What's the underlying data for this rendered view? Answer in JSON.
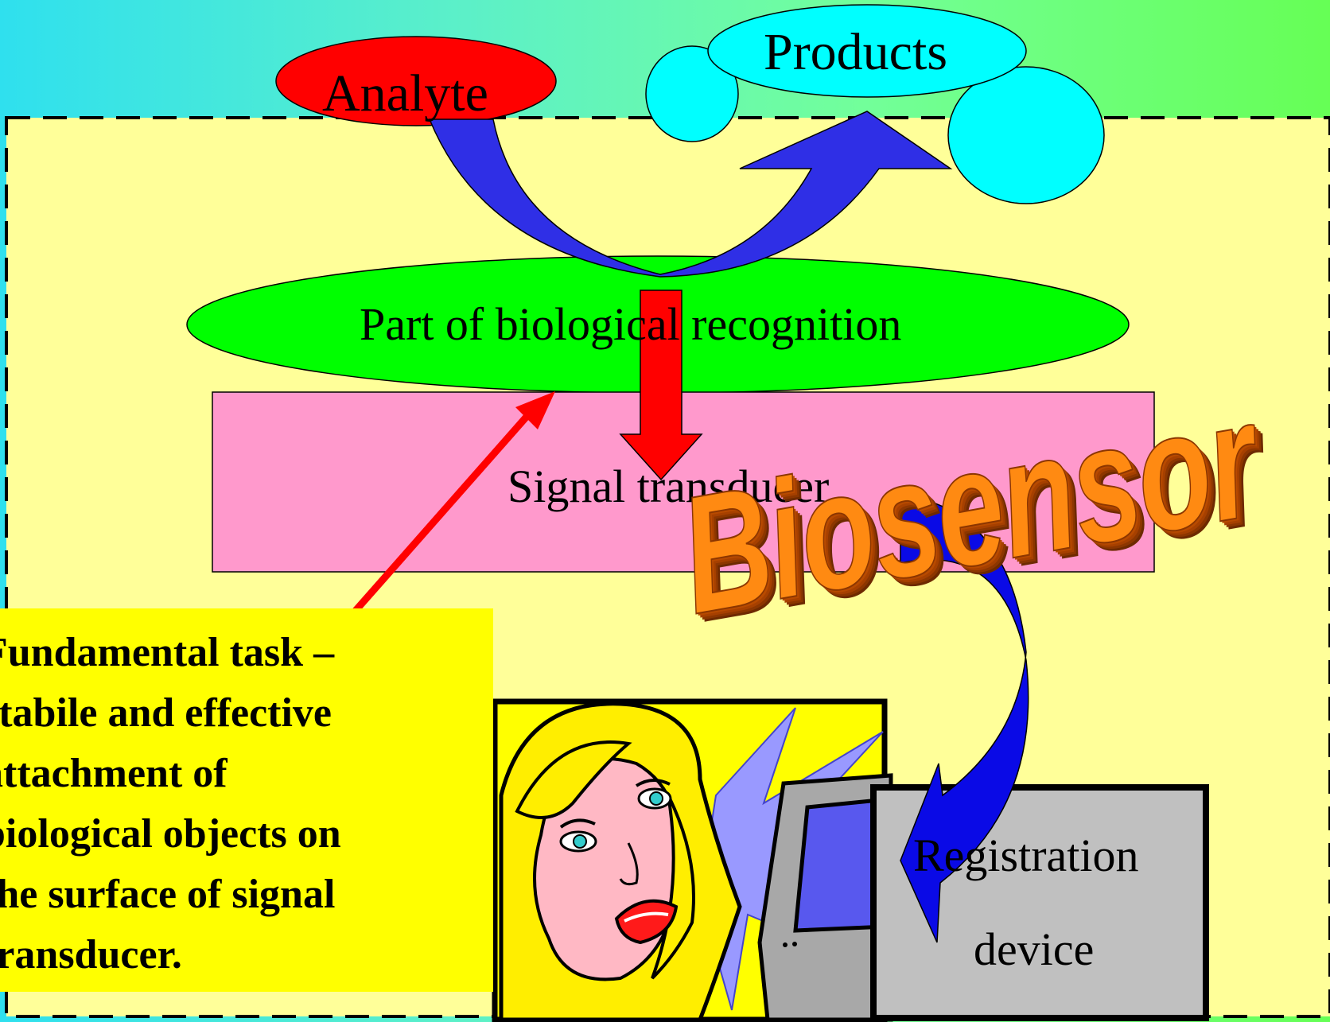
{
  "diagram": {
    "analyte_label": "Analyte",
    "products_label": "Products",
    "recognition_label": "Part of biological recognition",
    "transducer_label": "Signal transducer",
    "registration_line1": "Registration",
    "registration_line2": "device",
    "biosensor_word": "Biosensor",
    "task_text": "Fundamental task –\nstabile and effective\nattachment of\nbiological objects on\nthe surface of signal\ntransducer."
  },
  "colors": {
    "analyte": "#ff0000",
    "products": "#00ffff",
    "recognition": "#00ff00",
    "transducer": "#ff99cc",
    "inner_panel": "#ffff99",
    "task_box": "#ffff00",
    "curved_arrow": "#3333ff",
    "red_arrow": "#ff0000",
    "registration_box": "#c0c0c0"
  },
  "icons": [
    "woman-clipart",
    "computer-monitor-clipart"
  ]
}
